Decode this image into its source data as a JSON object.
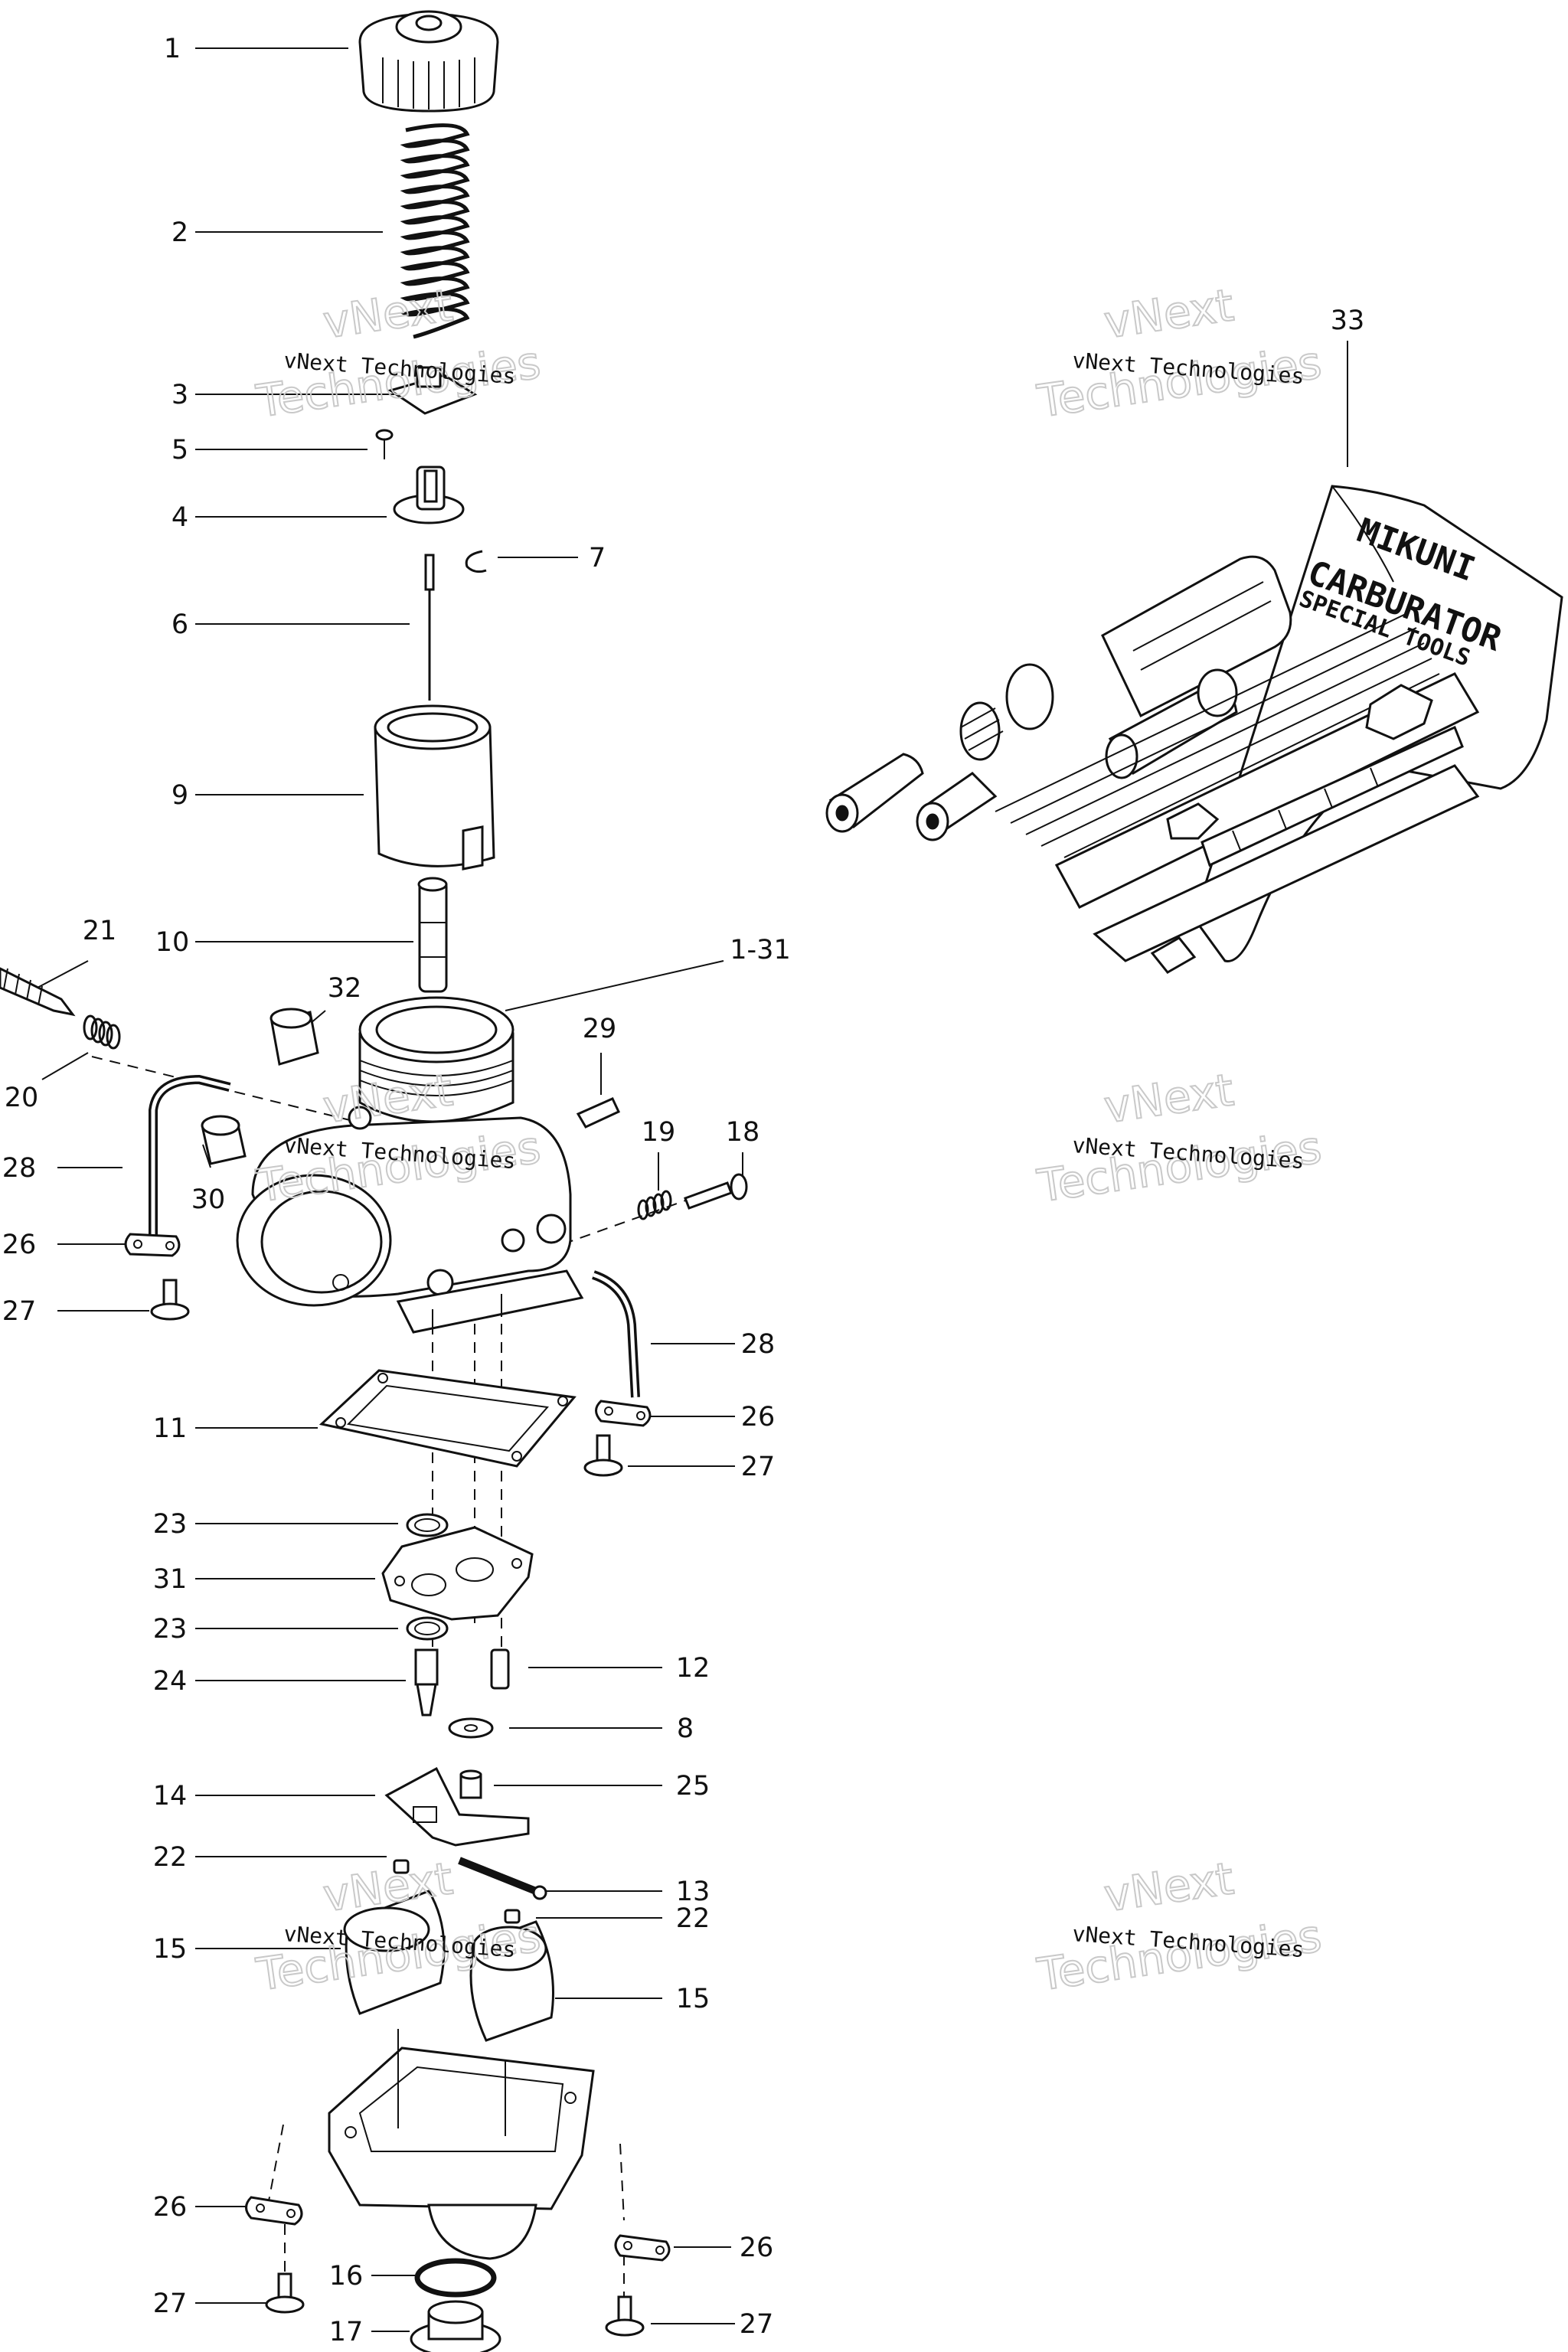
{
  "callouts": [
    {
      "id": "c1",
      "label": "1"
    },
    {
      "id": "c2",
      "label": "2"
    },
    {
      "id": "c3",
      "label": "3"
    },
    {
      "id": "c5",
      "label": "5"
    },
    {
      "id": "c4",
      "label": "4"
    },
    {
      "id": "c7",
      "label": "7"
    },
    {
      "id": "c6",
      "label": "6"
    },
    {
      "id": "c9",
      "label": "9"
    },
    {
      "id": "c10",
      "label": "10"
    },
    {
      "id": "c21",
      "label": "21"
    },
    {
      "id": "c1-31",
      "label": "1-31"
    },
    {
      "id": "c32",
      "label": "32"
    },
    {
      "id": "c29",
      "label": "29"
    },
    {
      "id": "c20",
      "label": "20"
    },
    {
      "id": "c28a",
      "label": "28"
    },
    {
      "id": "c30",
      "label": "30"
    },
    {
      "id": "c19",
      "label": "19"
    },
    {
      "id": "c18",
      "label": "18"
    },
    {
      "id": "c26a",
      "label": "26"
    },
    {
      "id": "c27a",
      "label": "27"
    },
    {
      "id": "c28b",
      "label": "28"
    },
    {
      "id": "c26b",
      "label": "26"
    },
    {
      "id": "c11",
      "label": "11"
    },
    {
      "id": "c27b",
      "label": "27"
    },
    {
      "id": "c23a",
      "label": "23"
    },
    {
      "id": "c31",
      "label": "31"
    },
    {
      "id": "c23b",
      "label": "23"
    },
    {
      "id": "c24",
      "label": "24"
    },
    {
      "id": "c12",
      "label": "12"
    },
    {
      "id": "c8",
      "label": "8"
    },
    {
      "id": "c14",
      "label": "14"
    },
    {
      "id": "c25",
      "label": "25"
    },
    {
      "id": "c22a",
      "label": "22"
    },
    {
      "id": "c13",
      "label": "13"
    },
    {
      "id": "c22b",
      "label": "22"
    },
    {
      "id": "c15a",
      "label": "15"
    },
    {
      "id": "c15b",
      "label": "15"
    },
    {
      "id": "c26c",
      "label": "26"
    },
    {
      "id": "c26d",
      "label": "26"
    },
    {
      "id": "c16",
      "label": "16"
    },
    {
      "id": "c27c",
      "label": "27"
    },
    {
      "id": "c27d",
      "label": "27"
    },
    {
      "id": "c17",
      "label": "17"
    },
    {
      "id": "c33",
      "label": "33"
    }
  ],
  "watermark": {
    "line_small": "vNext Technologies",
    "line_big_1": "vNext",
    "line_big_2": "Technologies"
  },
  "tool_kit": {
    "brand": "MIKUNI",
    "line1": "CARBURATOR",
    "line2": "SPECIAL TOOLS"
  }
}
